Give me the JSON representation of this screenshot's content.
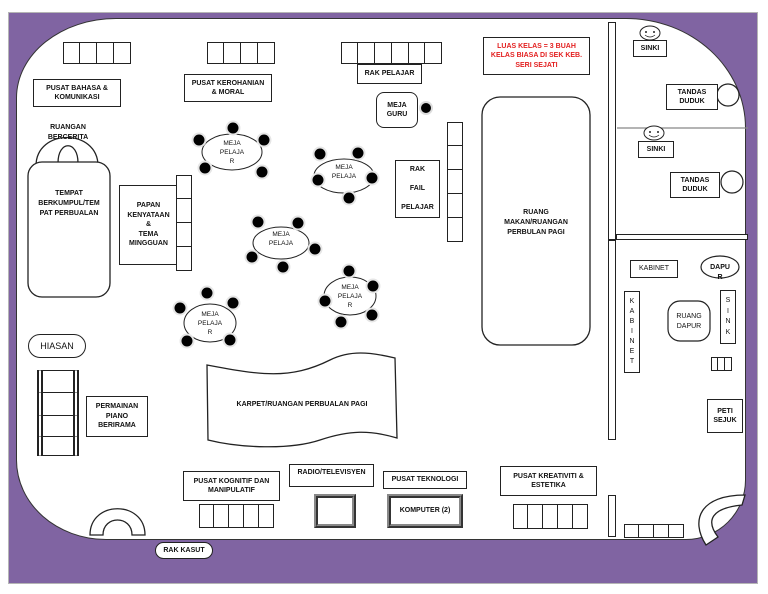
{
  "title": "Pelan Lantai Kelas Prasekolah",
  "colors": {
    "frame": "#8064a2",
    "note_text": "#e32020",
    "line": "#222222"
  },
  "note": {
    "line1": "LUAS KELAS = 3 BUAH",
    "line2": "KELAS BIASA DI SEK KEB.",
    "line3": "SERI SEJATI"
  },
  "areas": {
    "pusat_bahasa": {
      "line1": "PUSAT BAHASA &",
      "line2": "KOMUNIKASI"
    },
    "pusat_kerohanian": {
      "line1": "PUSAT KEROHANIAN",
      "line2": "& MORAL"
    },
    "rak_pelajar": "RAK PELAJAR",
    "meja_guru": {
      "line1": "MEJA",
      "line2": "GURU"
    },
    "ruangan_bercerita": {
      "line1": "RUANGAN",
      "line2": "BERCERITA"
    },
    "tempat_berkumpul": {
      "line1": "TEMPAT",
      "line2": "BERKUMPUL/TEM",
      "line3": "PAT PERBUALAN"
    },
    "papan_kenyataan": {
      "line1": "PAPAN",
      "line2": "KENYATAAN",
      "line3": "&",
      "line4": "TEMA",
      "line5": "MINGGUAN"
    },
    "rak_fail": {
      "line1": "RAK",
      "line2": "FAIL",
      "line3": "PELAJAR"
    },
    "ruang_makan": {
      "line1": "RUANG",
      "line2": "MAKAN/RUANGAN",
      "line3": "PERBULAN PAGI"
    },
    "hiasan": "HIASAN",
    "permainan_piano": {
      "line1": "PERMAINAN",
      "line2": "PIANO",
      "line3": "BERIRAMA"
    },
    "karpet": "KARPET/RUANGAN PERBUALAN PAGI",
    "pusat_kognitif": {
      "line1": "PUSAT KOGNITIF DAN",
      "line2": "MANIPULATIF"
    },
    "radio_tv": "RADIO/TELEVISYEN",
    "pusat_teknologi": "PUSAT TEKNOLOGI",
    "komputer": "KOMPUTER (2)",
    "pusat_kreativiti": {
      "line1": "PUSAT KREATIVITI &",
      "line2": "ESTETIKA"
    },
    "rak_kasut": "RAK KASUT"
  },
  "student_tables": [
    {
      "line1": "MEJA",
      "line2": "PELAJA",
      "line3": "R"
    },
    {
      "line1": "MEJA",
      "line2": "PELAJA",
      "line3": ""
    },
    {
      "line1": "MEJA",
      "line2": "PELAJA",
      "line3": ""
    },
    {
      "line1": "MEJA",
      "line2": "PELAJA",
      "line3": "R"
    },
    {
      "line1": "MEJA",
      "line2": "PELAJA",
      "line3": "R"
    }
  ],
  "toilet": {
    "sinki_1": "SINKI",
    "tandas_1": {
      "line1": "TANDAS",
      "line2": "DUDUK"
    },
    "sinki_2": "SINKI",
    "tandas_2": {
      "line1": "TANDAS",
      "line2": "DUDUK"
    }
  },
  "kitchen": {
    "kabinet_h": "KABINET",
    "dapur": {
      "line1": "DAPU",
      "line2": "R"
    },
    "kabinet_v": [
      "K",
      "A",
      "B",
      "I",
      "N",
      "E",
      "T"
    ],
    "ruang_dapur": {
      "line1": "RUANG",
      "line2": "DAPUR"
    },
    "sink_v": [
      "S",
      "I",
      "N",
      "K"
    ],
    "peti_sejuk": {
      "line1": "PETI",
      "line2": "SEJUK"
    }
  }
}
